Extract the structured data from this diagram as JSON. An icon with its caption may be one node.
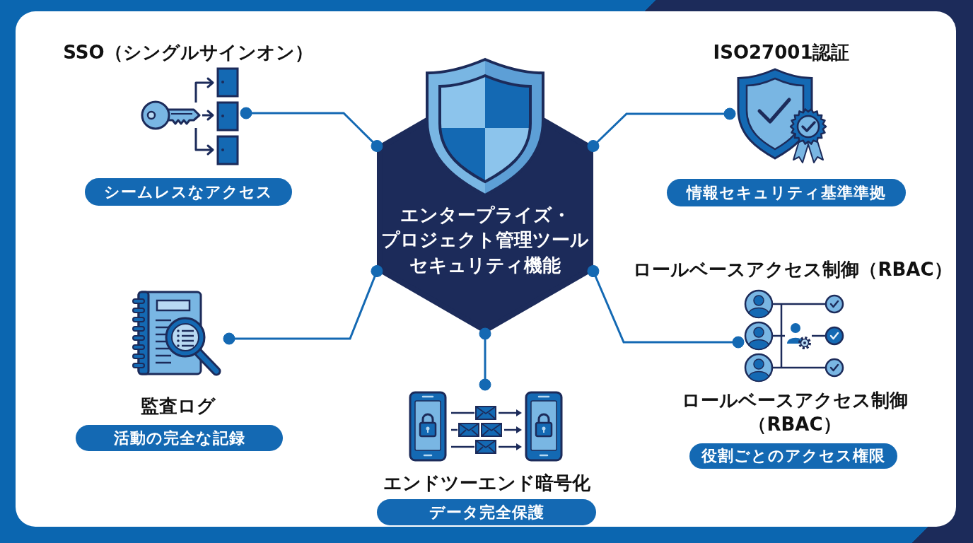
{
  "diagram": {
    "nodes": [
      {
        "text": [
          "エンタープライズ・プロジェクト管理ツールセキュリティ機能"
        ]
      },
      {
        "text": [],
        "shape": "picture",
        "beside": [
          "SSO（シングルサインオン）"
        ]
      },
      {
        "text": [
          "シームレスなアクセス"
        ]
      },
      {
        "text": [],
        "shape": "picture",
        "beside": [
          "ISO27001認証"
        ]
      },
      {
        "text": [
          "情報セキュリティ基準準拠"
        ]
      },
      {
        "text": [],
        "shape": "picture"
      },
      {
        "text": [
          "活動の完全な記録"
        ],
        "beside": [
          "監査ログ"
        ]
      },
      {
        "text": [],
        "shape": "picture"
      },
      {
        "text": [
          "データ完全保護"
        ],
        "beside": [
          "エンドツーエンド暗号化"
        ]
      },
      {
        "text": [],
        "shape": "picture",
        "beside": [
          "ロールベースアクセス制御（RBAC）",
          "ロールベースアクセス制御（RBAC）"
        ]
      },
      {
        "text": [
          "役割ごとのアクセス権限"
        ]
      }
    ],
    "edges": [
      {
        "from": 0,
        "to": 1,
        "arrow": "other"
      },
      {
        "from": 0,
        "to": 3,
        "arrow": "other"
      },
      {
        "from": 0,
        "to": 5,
        "arrow": "other"
      },
      {
        "from": 0,
        "to": 7,
        "arrow": "other"
      },
      {
        "from": 0,
        "to": 9,
        "arrow": "other"
      }
    ]
  }
}
